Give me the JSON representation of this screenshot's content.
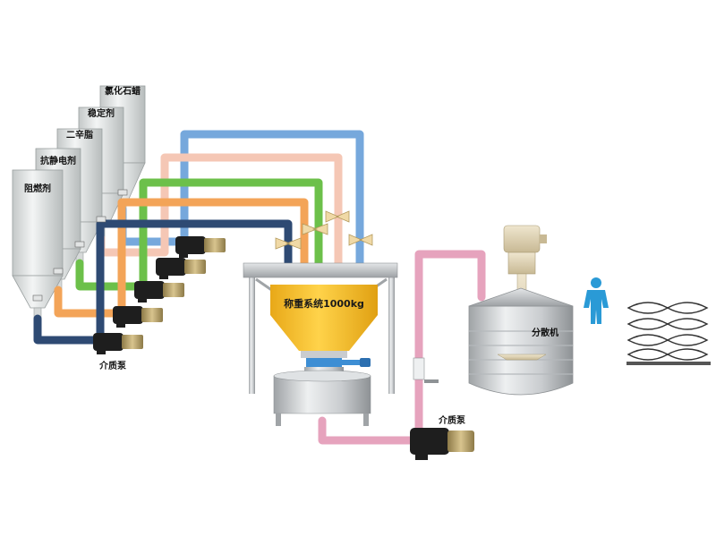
{
  "tanks": [
    {
      "label": "阻燃剂"
    },
    {
      "label": "抗静电剂"
    },
    {
      "label": "二辛脂"
    },
    {
      "label": "稳定剂"
    },
    {
      "label": "氯化石蜡"
    }
  ],
  "weighing_system": {
    "label": "称重系统1000kg"
  },
  "dispersing_machine": {
    "label": "分散机"
  },
  "pumps": {
    "feed_label": "介质泵",
    "transfer_label": "介质泵"
  },
  "colors": {
    "pipe_navy": "#2e4a73",
    "pipe_orange": "#f3a458",
    "pipe_green": "#6cc04a",
    "pipe_peach": "#f5c7b5",
    "pipe_blue": "#76a8dc",
    "pipe_pink": "#e6a3bd",
    "hopper_yellow": "#f5c132",
    "pump_black": "#1e1e1e",
    "pump_gold": "#b59b5e",
    "person_blue": "#2a9ad6"
  }
}
